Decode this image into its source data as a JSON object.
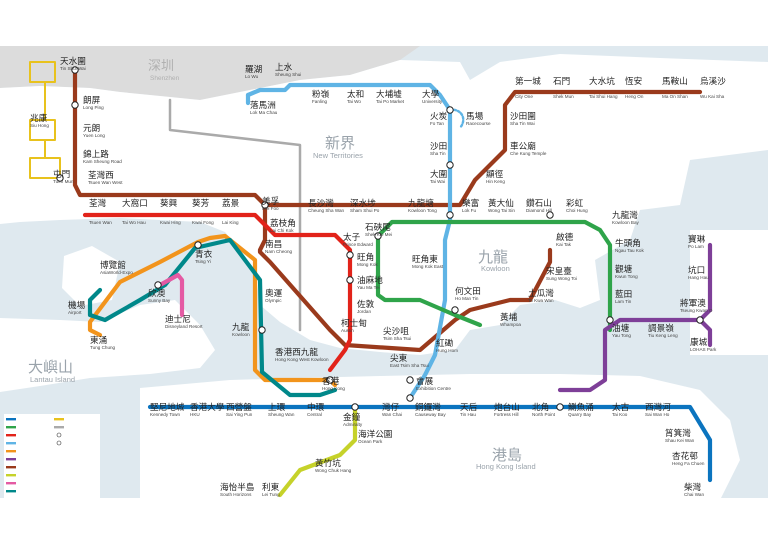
{
  "map": {
    "areas": {
      "shenzhen": {
        "zh": "深圳",
        "en": "Shenzhen"
      },
      "new_territories": {
        "zh": "新界",
        "en": "New Territories"
      },
      "kowloon": {
        "zh": "九龍",
        "en": "Kowloon"
      },
      "lantau": {
        "zh": "大嶼山",
        "en": "Lantau Island"
      },
      "hk_island": {
        "zh": "港島",
        "en": "Hong Kong Island"
      }
    },
    "lines": [
      {
        "id": "east_rail",
        "color": "#5fb4e5"
      },
      {
        "id": "kwun_tong",
        "color": "#2fa44a"
      },
      {
        "id": "tsuen_wan",
        "color": "#e2231a"
      },
      {
        "id": "island",
        "color": "#0b74bf"
      },
      {
        "id": "tung_chung",
        "color": "#f2941c"
      },
      {
        "id": "tseung_kwan_o",
        "color": "#7e3f98"
      },
      {
        "id": "tuen_ma",
        "color": "#9a3a1c"
      },
      {
        "id": "south_island",
        "color": "#c6d22a"
      },
      {
        "id": "disneyland",
        "color": "#e45aa3"
      },
      {
        "id": "airport_express",
        "color": "#00888a"
      },
      {
        "id": "light_rail",
        "color": "#e8c21d"
      }
    ],
    "stations": [
      {
        "key": "tin_shui_wai",
        "zh": "天水圍",
        "en": "Tin Shui Wai"
      },
      {
        "key": "long_ping",
        "zh": "朗屏",
        "en": "Long Ping"
      },
      {
        "key": "yuen_long",
        "zh": "元朗",
        "en": "Yuen Long"
      },
      {
        "key": "siu_hong",
        "zh": "兆康",
        "en": "Siu Hong"
      },
      {
        "key": "kam_sheung_road",
        "zh": "錦上路",
        "en": "Kam Sheung Road"
      },
      {
        "key": "tuen_mun",
        "zh": "屯門",
        "en": "Tuen Mun"
      },
      {
        "key": "tsuen_wan_west",
        "zh": "荃灣西",
        "en": "Tsuen Wan West"
      },
      {
        "key": "tsuen_wan",
        "zh": "荃灣",
        "en": "Tsuen Wan"
      },
      {
        "key": "tai_wo_hau",
        "zh": "大窩口",
        "en": "Tai Wo Hau"
      },
      {
        "key": "kwai_hing",
        "zh": "葵興",
        "en": "Kwai Hing"
      },
      {
        "key": "kwai_fong",
        "zh": "葵芳",
        "en": "Kwai Fong"
      },
      {
        "key": "lai_king",
        "zh": "荔景",
        "en": "Lai King"
      },
      {
        "key": "mei_foo",
        "zh": "美孚",
        "en": "Mei Foo"
      },
      {
        "key": "lo_wu",
        "zh": "羅湖",
        "en": "Lo Wu"
      },
      {
        "key": "lok_ma_chau",
        "zh": "落馬洲",
        "en": "Lok Ma Chau"
      },
      {
        "key": "sheung_shui",
        "zh": "上水",
        "en": "Sheung Shui"
      },
      {
        "key": "fanling",
        "zh": "粉嶺",
        "en": "Fanling"
      },
      {
        "key": "tai_wo",
        "zh": "太和",
        "en": "Tai Wo"
      },
      {
        "key": "tai_po_market",
        "zh": "大埔墟",
        "en": "Tai Po Market"
      },
      {
        "key": "university",
        "zh": "大學",
        "en": "University"
      },
      {
        "key": "racecourse",
        "zh": "馬場",
        "en": "Racecourse"
      },
      {
        "key": "fo_tan",
        "zh": "火炭",
        "en": "Fo Tan"
      },
      {
        "key": "sha_tin",
        "zh": "沙田",
        "en": "Sha Tin"
      },
      {
        "key": "tai_wai",
        "zh": "大圍",
        "en": "Tai Wai"
      },
      {
        "key": "wu_kai_sha",
        "zh": "烏溪沙",
        "en": "Wu Kai Sha"
      },
      {
        "key": "ma_on_shan",
        "zh": "馬鞍山",
        "en": "Ma On Shan"
      },
      {
        "key": "heng_on",
        "zh": "恆安",
        "en": "Heng On"
      },
      {
        "key": "tai_shui_hang",
        "zh": "大水坑",
        "en": "Tai Shui Hang"
      },
      {
        "key": "shek_mun",
        "zh": "石門",
        "en": "Shek Mun"
      },
      {
        "key": "city_one",
        "zh": "第一城",
        "en": "City One"
      },
      {
        "key": "sha_tin_wai",
        "zh": "沙田圍",
        "en": "Sha Tin Wai"
      },
      {
        "key": "che_kung_temple",
        "zh": "車公廟",
        "en": "Che Kung Temple"
      },
      {
        "key": "hin_keng",
        "zh": "顯徑",
        "en": "Hin Keng"
      },
      {
        "key": "chung_shan_wai",
        "zh": "長沙灣",
        "en": "Cheung Sha Wan"
      },
      {
        "key": "sham_shui_po",
        "zh": "深水埗",
        "en": "Sham Shui Po"
      },
      {
        "key": "kowloon_tong",
        "zh": "九龍塘",
        "en": "Kowloon Tong"
      },
      {
        "key": "lok_fu",
        "zh": "樂富",
        "en": "Lok Fu"
      },
      {
        "key": "wong_tai_sin",
        "zh": "黃大仙",
        "en": "Wong Tai Sin"
      },
      {
        "key": "diamond_hill",
        "zh": "鑽石山",
        "en": "Diamond Hill"
      },
      {
        "key": "choi_hung",
        "zh": "彩虹",
        "en": "Choi Hung"
      },
      {
        "key": "kowloon_bay",
        "zh": "九龍灣",
        "en": "Kowloon Bay"
      },
      {
        "key": "ngau_tau_kok",
        "zh": "牛頭角",
        "en": "Ngau Tau Kok"
      },
      {
        "key": "kwun_tong",
        "zh": "觀塘",
        "en": "Kwun Tong"
      },
      {
        "key": "lam_tin",
        "zh": "藍田",
        "en": "Lam Tin"
      },
      {
        "key": "yau_tong",
        "zh": "油塘",
        "en": "Yau Tong"
      },
      {
        "key": "tiu_keng_leng",
        "zh": "調景嶺",
        "en": "Tiu Keng Leng"
      },
      {
        "key": "po_lam",
        "zh": "寶琳",
        "en": "Po Lam"
      },
      {
        "key": "hang_hau",
        "zh": "坑口",
        "en": "Hang Hau"
      },
      {
        "key": "tseung_kwan_o",
        "zh": "將軍澳",
        "en": "Tseung Kwan O"
      },
      {
        "key": "lohas_park",
        "zh": "康城",
        "en": "LOHAS Park"
      },
      {
        "key": "lai_chi_kok",
        "zh": "荔枝角",
        "en": "Lai Chi Kok"
      },
      {
        "key": "nam_cheong",
        "zh": "南昌",
        "en": "Nam Cheong"
      },
      {
        "key": "olympic",
        "zh": "奧運",
        "en": "Olympic"
      },
      {
        "key": "kowloon",
        "zh": "九龍",
        "en": "Kowloon"
      },
      {
        "key": "hk_west_kowloon",
        "zh": "香港西九龍",
        "en": "Hong Kong West Kowloon"
      },
      {
        "key": "prince_edward",
        "zh": "太子",
        "en": "Prince Edward"
      },
      {
        "key": "shek_kip_mei",
        "zh": "石硤尾",
        "en": "Shek Kip Mei"
      },
      {
        "key": "mong_kok",
        "zh": "旺角",
        "en": "Mong Kok"
      },
      {
        "key": "mong_kok_east",
        "zh": "旺角東",
        "en": "Mong Kok East"
      },
      {
        "key": "yau_ma_tei",
        "zh": "油麻地",
        "en": "Yau Ma Tei"
      },
      {
        "key": "jordan",
        "zh": "佐敦",
        "en": "Jordan"
      },
      {
        "key": "ho_man_tin",
        "zh": "何文田",
        "en": "Ho Man Tin"
      },
      {
        "key": "kai_tak",
        "zh": "啟德",
        "en": "Kai Tak"
      },
      {
        "key": "sung_wong_toi",
        "zh": "宋皇臺",
        "en": "Sung Wong Toi"
      },
      {
        "key": "to_kwa_wan",
        "zh": "土瓜灣",
        "en": "To Kwa Wan"
      },
      {
        "key": "whampoa",
        "zh": "黃埔",
        "en": "Whampoa"
      },
      {
        "key": "austin",
        "zh": "柯士甸",
        "en": "Austin"
      },
      {
        "key": "tsim_sha_tsui",
        "zh": "尖沙咀",
        "en": "Tsim Sha Tsui"
      },
      {
        "key": "east_tsim_sha_tsui",
        "zh": "尖東",
        "en": "East Tsim Sha Tsui"
      },
      {
        "key": "hung_hom",
        "zh": "紅磡",
        "en": "Hung Hom"
      },
      {
        "key": "exhibition_centre",
        "zh": "會展",
        "en": "Exhibition Centre"
      },
      {
        "key": "tsing_yi",
        "zh": "青衣",
        "en": "Tsing Yi"
      },
      {
        "key": "asiaworld_expo",
        "zh": "博覽館",
        "en": "AsiaWorld-Expo"
      },
      {
        "key": "airport",
        "zh": "機場",
        "en": "Airport"
      },
      {
        "key": "sunny_bay",
        "zh": "欣澳",
        "en": "Sunny Bay"
      },
      {
        "key": "disneyland_resort",
        "zh": "迪士尼",
        "en": "Disneyland Resort"
      },
      {
        "key": "tung_chung",
        "zh": "東涌",
        "en": "Tung Chung"
      },
      {
        "key": "hong_kong",
        "zh": "香港",
        "en": "Hong Kong"
      },
      {
        "key": "kennedy_town",
        "zh": "堅尼地城",
        "en": "Kennedy Town"
      },
      {
        "key": "hku",
        "zh": "香港大學",
        "en": "HKU"
      },
      {
        "key": "sai_ying_pun",
        "zh": "西營盤",
        "en": "Sai Ying Pun"
      },
      {
        "key": "sheung_wan",
        "zh": "上環",
        "en": "Sheung Wan"
      },
      {
        "key": "central",
        "zh": "中環",
        "en": "Central"
      },
      {
        "key": "admiralty",
        "zh": "金鐘",
        "en": "Admiralty"
      },
      {
        "key": "wan_chai",
        "zh": "灣仔",
        "en": "Wan Chai"
      },
      {
        "key": "causeway_bay",
        "zh": "銅鑼灣",
        "en": "Causeway Bay"
      },
      {
        "key": "tin_hau",
        "zh": "天后",
        "en": "Tin Hau"
      },
      {
        "key": "fortress_hill",
        "zh": "炮台山",
        "en": "Fortress Hill"
      },
      {
        "key": "north_point",
        "zh": "北角",
        "en": "North Point"
      },
      {
        "key": "quarry_bay",
        "zh": "鰂魚涌",
        "en": "Quarry Bay"
      },
      {
        "key": "tai_koo",
        "zh": "太古",
        "en": "Tai Koo"
      },
      {
        "key": "sai_wan_ho",
        "zh": "西灣河",
        "en": "Sai Wan Ho"
      },
      {
        "key": "shau_kei_wan",
        "zh": "筲箕灣",
        "en": "Shau Kei Wan"
      },
      {
        "key": "heng_fa_chuen",
        "zh": "杏花邨",
        "en": "Heng Fa Chuen"
      },
      {
        "key": "chai_wan",
        "zh": "柴灣",
        "en": "Chai Wan"
      },
      {
        "key": "ocean_park",
        "zh": "海洋公園",
        "en": "Ocean Park"
      },
      {
        "key": "wong_chuk_hang",
        "zh": "黃竹坑",
        "en": "Wong Chuk Hang"
      },
      {
        "key": "lei_tung",
        "zh": "利東",
        "en": "Lei Tung"
      },
      {
        "key": "south_horizons",
        "zh": "海怡半島",
        "en": "South Horizons"
      }
    ],
    "legend_items": [
      "",
      "",
      "",
      "",
      "",
      "",
      "",
      "",
      "",
      "",
      "",
      "",
      "",
      "",
      "",
      "",
      "",
      "",
      "",
      ""
    ]
  }
}
